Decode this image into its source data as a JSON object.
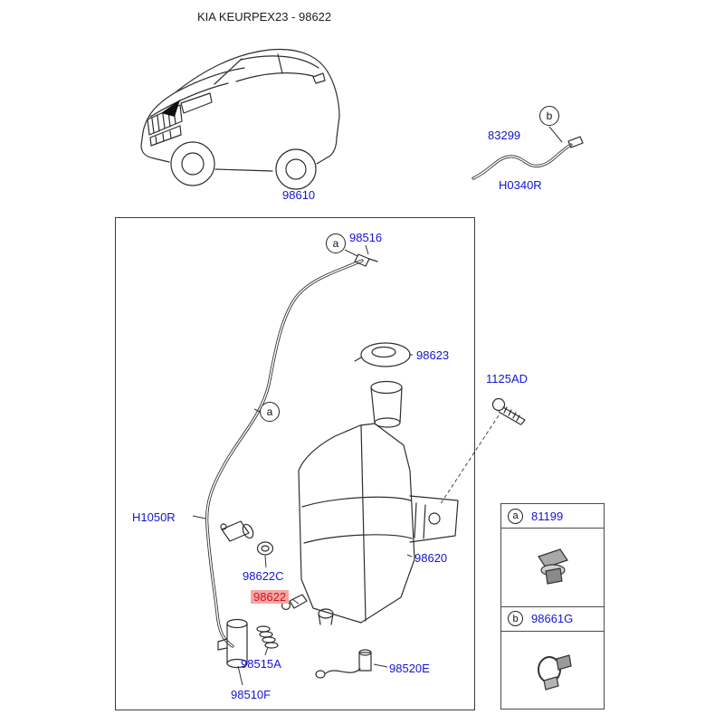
{
  "title": "KIA KEURPEX23 - 98622",
  "colors": {
    "label_blue": "#1414d2",
    "highlight_bg": "#f4a6a6",
    "highlight_text": "#d01616",
    "line_color": "#2e2e2e"
  },
  "diagram": {
    "main_part": "98610",
    "labels": {
      "p83299": "83299",
      "pH0340R": "H0340R",
      "p98516": "98516",
      "p98623": "98623",
      "p1125AD": "1125AD",
      "pH1050R": "H1050R",
      "p98622C": "98622C",
      "p98622": "98622",
      "p98620": "98620",
      "p98515A": "98515A",
      "p98510F": "98510F",
      "p98520E": "98520E"
    },
    "callouts": {
      "a": "a",
      "b": "b"
    }
  },
  "legend": {
    "rows": [
      {
        "callout": "a",
        "part": "81199"
      },
      {
        "callout": "b",
        "part": "98661G"
      }
    ]
  }
}
